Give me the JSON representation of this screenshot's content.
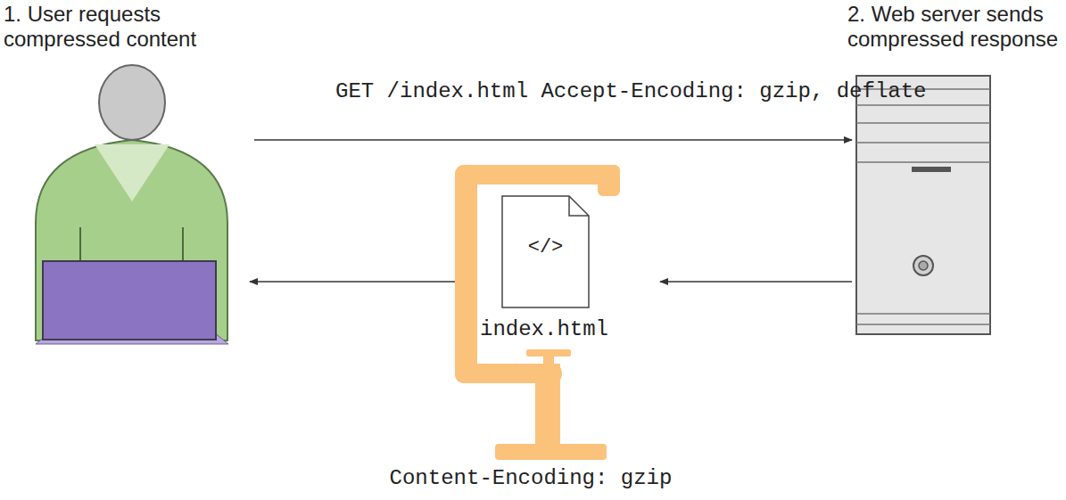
{
  "diagram": {
    "nodes": [
      {
        "text": [
          "1. User requests compressed content"
        ]
      },
      {
        "text": [
          "2. Web server sends compressed response"
        ]
      },
      {
        "text": [
          "</>",
          "index.html"
        ]
      }
    ],
    "edges": [
      {
        "from": 0,
        "to": 1,
        "arrow": "to",
        "label": "GET /index.html Accept-Encoding: gzip, deflate"
      },
      {
        "from": 1,
        "to": 2,
        "arrow": "to"
      },
      {
        "from": 2,
        "to": 0,
        "arrow": "to"
      }
    ],
    "labels": [
      "Content-Encoding: gzip"
    ]
  }
}
